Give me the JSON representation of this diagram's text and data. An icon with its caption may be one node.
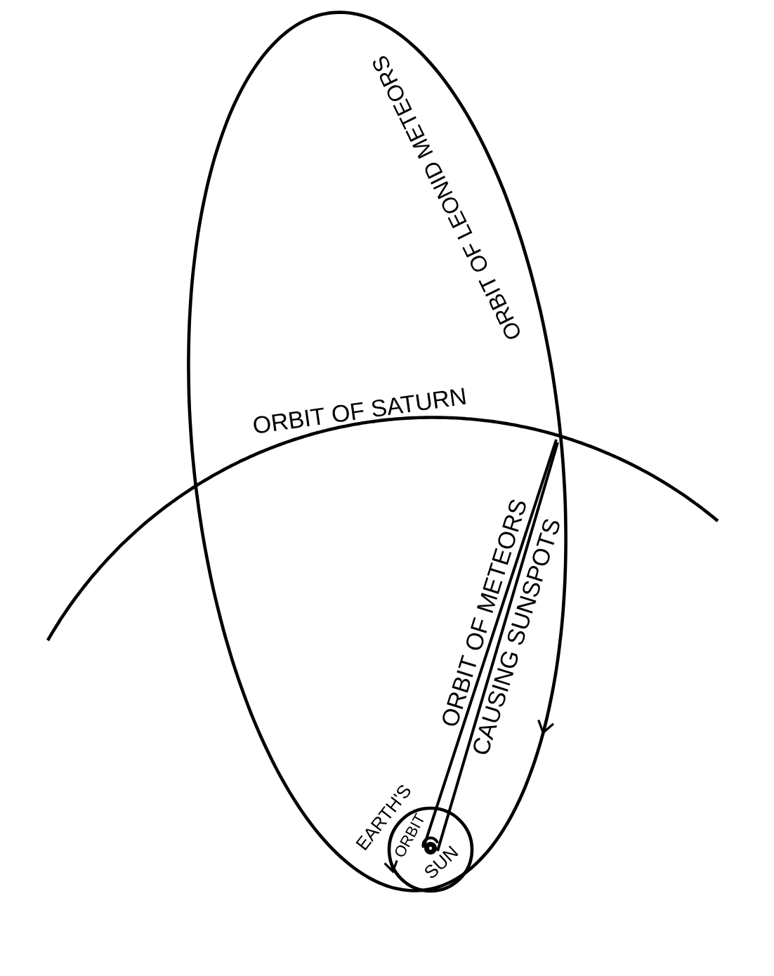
{
  "diagram": {
    "labels": [
      "ORBIT OF LEONID METEORS",
      "ORBIT OF SATURN",
      "ORBIT OF METEORS",
      "CAUSING SUNSPOTS",
      "EARTH'S",
      "ORBIT",
      "SUN"
    ]
  }
}
